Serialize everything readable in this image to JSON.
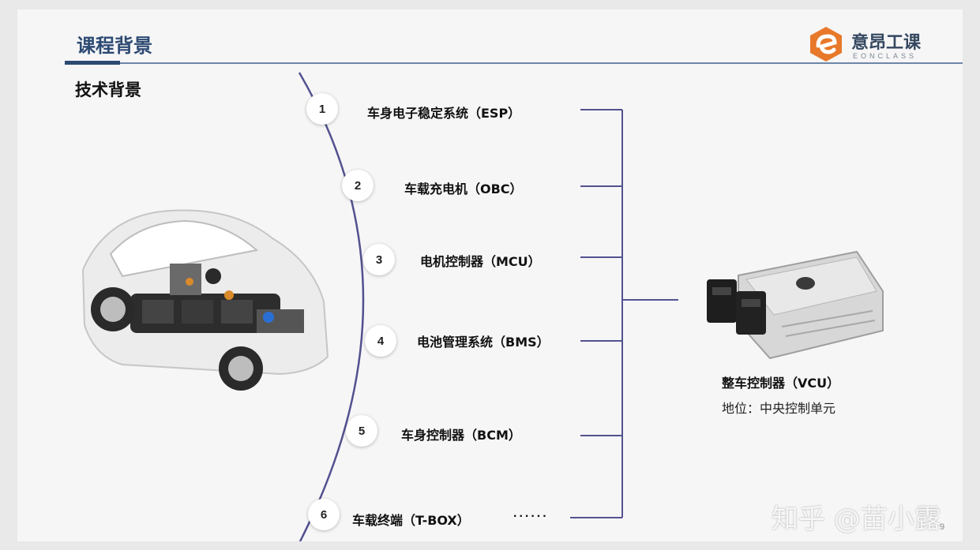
{
  "slide": {
    "title": "课程背景",
    "subtitle": "技术背景",
    "page_number": "9"
  },
  "logo": {
    "name": "意昂工课",
    "sub": "EONCLASS"
  },
  "items": [
    {
      "num": "1",
      "label": "车身电子稳定系统（ESP）"
    },
    {
      "num": "2",
      "label": "车载充电机（OBC）"
    },
    {
      "num": "3",
      "label": "电机控制器（MCU）"
    },
    {
      "num": "4",
      "label": "电池管理系统（BMS）"
    },
    {
      "num": "5",
      "label": "车身控制器（BCM）"
    },
    {
      "num": "6",
      "label": "车载终端（T-BOX）"
    }
  ],
  "more": "......",
  "vcu": {
    "name": "整车控制器（VCU）",
    "role": "地位：中央控制单元"
  },
  "watermark": "知乎 @苗小露",
  "colors": {
    "title": "#2d4a72",
    "arc": "#52528f",
    "logo_orange": "#e8782a"
  },
  "icons": {
    "car": "ev-car-cutaway-illustration",
    "vcu": "vcu-module-illustration",
    "logo": "eonclass-e-logo"
  }
}
